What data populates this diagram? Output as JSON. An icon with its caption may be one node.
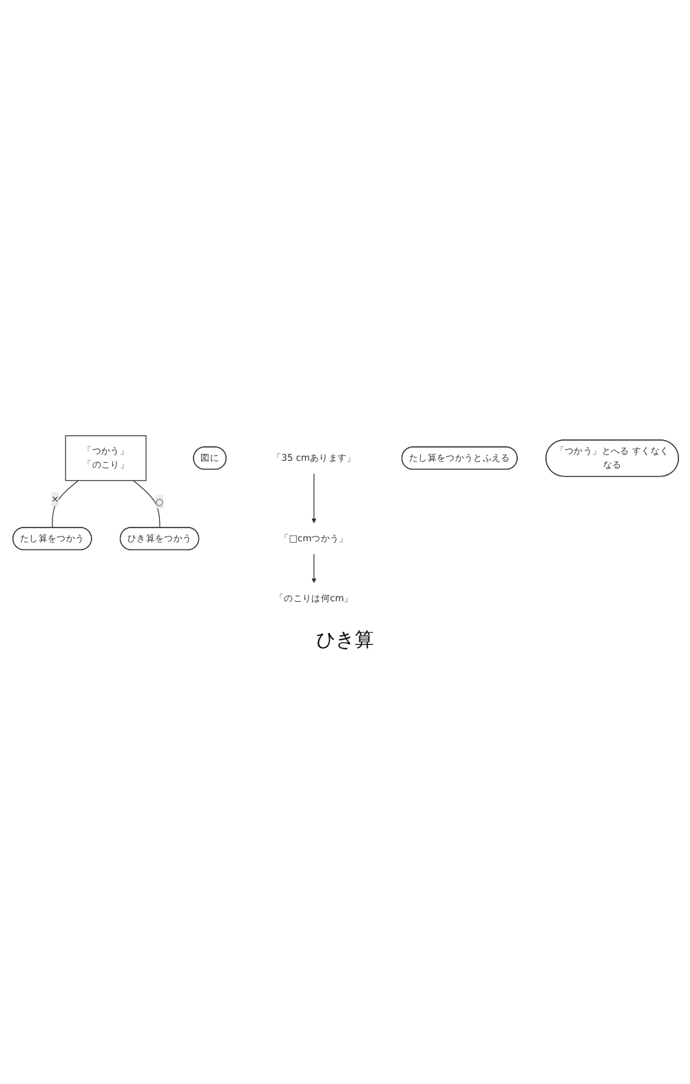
{
  "diagram": {
    "nodes": [
      {
        "text": [
          "「つかう」",
          "「のこり」"
        ]
      },
      {
        "text": [
          "たし算をつかう"
        ]
      },
      {
        "text": [
          "ひき算をつかう"
        ]
      },
      {
        "text": [
          "図に"
        ]
      },
      {
        "text": [
          "「35 cmあります」"
        ]
      },
      {
        "text": [
          "「□cmつかう」"
        ]
      },
      {
        "text": [
          "「のこりは何cm」"
        ]
      },
      {
        "text": [
          "たし算をつかうとふえる"
        ]
      },
      {
        "text": [
          "「つかう」とへる すくなくなる"
        ]
      }
    ],
    "labels": [
      "ひき算"
    ],
    "edges": [
      {
        "from": 0,
        "to": 1,
        "arrow": "none",
        "label": "×"
      },
      {
        "from": 0,
        "to": 2,
        "arrow": "none",
        "label": "○"
      },
      {
        "from": 4,
        "to": 5,
        "arrow": "to"
      },
      {
        "from": 5,
        "to": 6,
        "arrow": "to"
      }
    ]
  }
}
